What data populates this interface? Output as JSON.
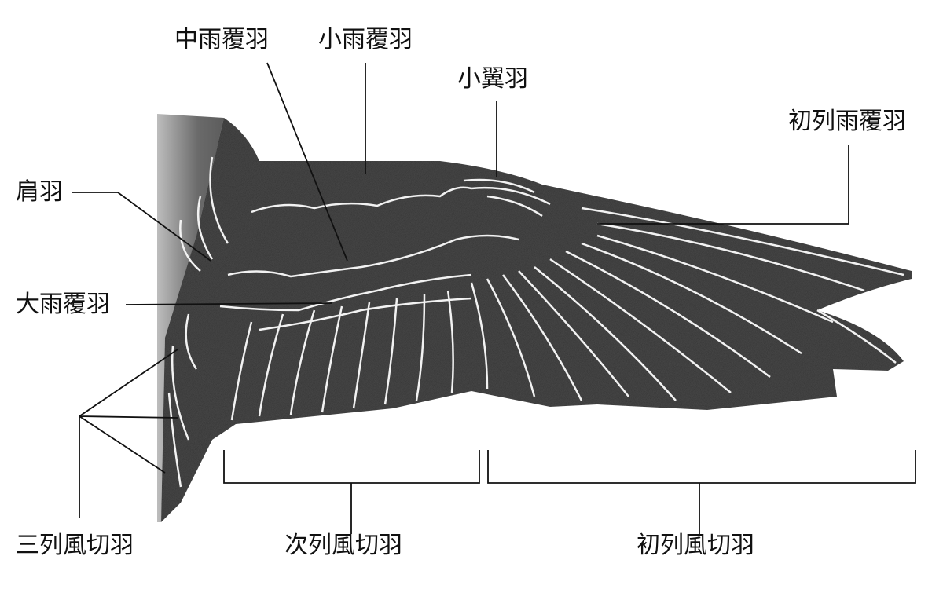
{
  "title": "Wing feather anatomy",
  "labels": {
    "median_coverts": "中雨覆羽",
    "lesser_coverts": "小雨覆羽",
    "alula": "小翼羽",
    "primary_coverts": "初列雨覆羽",
    "scapulars": "肩羽",
    "greater_coverts": "大雨覆羽",
    "tertials": "三列風切羽",
    "secondaries": "次列風切羽",
    "primaries": "初列風切羽"
  },
  "colors": {
    "wing": "#4a4a4a",
    "feather_lines": "#f2f2f2",
    "leader_lines": "#111111"
  }
}
